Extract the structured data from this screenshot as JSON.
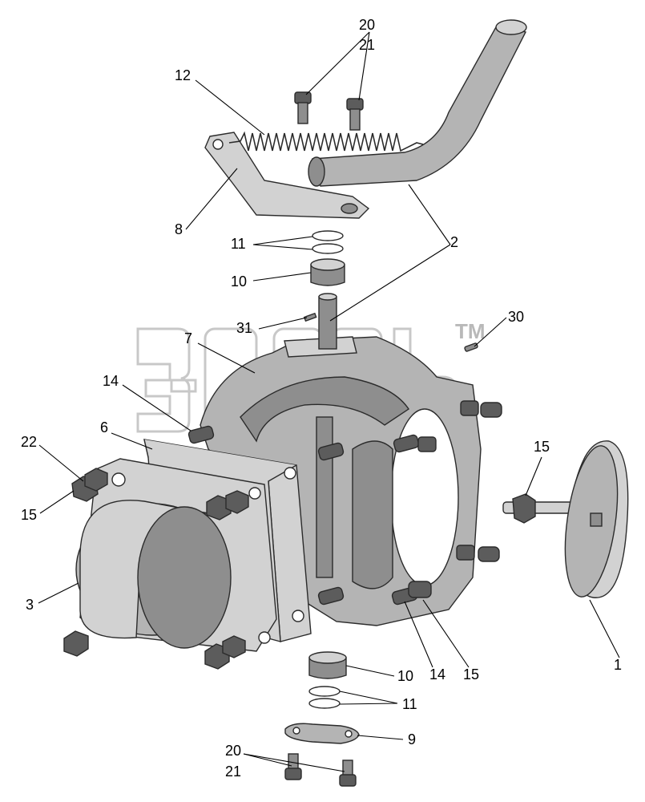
{
  "diagram": {
    "watermark_tm": "TM",
    "callouts": [
      {
        "id": "20-top",
        "text": "20"
      },
      {
        "id": "21-top",
        "text": "21"
      },
      {
        "id": "12",
        "text": "12"
      },
      {
        "id": "8",
        "text": "8"
      },
      {
        "id": "11-top",
        "text": "11"
      },
      {
        "id": "10-top",
        "text": "10"
      },
      {
        "id": "2",
        "text": "2"
      },
      {
        "id": "31",
        "text": "31"
      },
      {
        "id": "30",
        "text": "30"
      },
      {
        "id": "7",
        "text": "7"
      },
      {
        "id": "14-left",
        "text": "14"
      },
      {
        "id": "6",
        "text": "6"
      },
      {
        "id": "22",
        "text": "22"
      },
      {
        "id": "15-left",
        "text": "15"
      },
      {
        "id": "15-right",
        "text": "15"
      },
      {
        "id": "3",
        "text": "3"
      },
      {
        "id": "1",
        "text": "1"
      },
      {
        "id": "10-bottom",
        "text": "10"
      },
      {
        "id": "14-bottom",
        "text": "14"
      },
      {
        "id": "15-bottom",
        "text": "15"
      },
      {
        "id": "11-bottom",
        "text": "11"
      },
      {
        "id": "9",
        "text": "9"
      },
      {
        "id": "20-bottom",
        "text": "20"
      },
      {
        "id": "21-bottom",
        "text": "21"
      }
    ]
  }
}
